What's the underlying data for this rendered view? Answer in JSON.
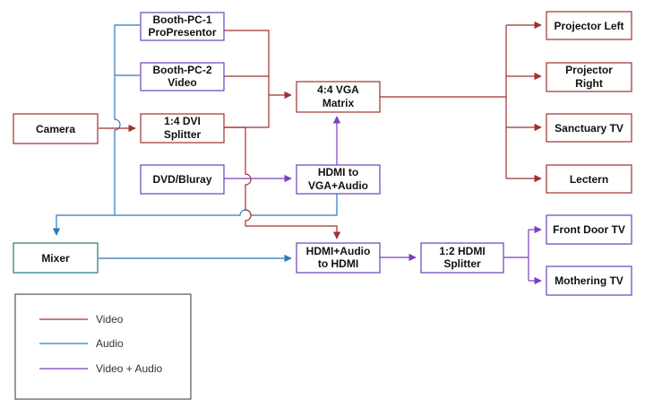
{
  "colors": {
    "video": "#a03030",
    "audio": "#2f79b7",
    "video_audio": "#7a3fbf",
    "node_border_red": "#a03030",
    "node_border_purple": "#6a3fbf",
    "node_border_teal": "#207878"
  },
  "nodes": {
    "booth_pc_1": [
      "Booth-PC-1",
      "ProPresentor"
    ],
    "booth_pc_2": [
      "Booth-PC-2",
      "Video"
    ],
    "camera": [
      "Camera"
    ],
    "dvi_splitter": [
      "1:4 DVI",
      "Splitter"
    ],
    "dvd": [
      "DVD/Bluray"
    ],
    "vga_matrix": [
      "4:4 VGA",
      "Matrix"
    ],
    "hdmi_to_vga": [
      "HDMI to",
      "VGA+Audio"
    ],
    "mixer": [
      "Mixer"
    ],
    "hdmi_audio_to_hdmi": [
      "HDMI+Audio",
      "to HDMI"
    ],
    "hdmi_splitter": [
      "1:2 HDMI",
      "Splitter"
    ],
    "projector_left": [
      "Projector Left"
    ],
    "projector_right": [
      "Projector",
      "Right"
    ],
    "sanctuary_tv": [
      "Sanctuary TV"
    ],
    "lectern": [
      "Lectern"
    ],
    "front_door_tv": [
      "Front Door TV"
    ],
    "mothering_tv": [
      "Mothering TV"
    ]
  },
  "legend": [
    {
      "label": "Video",
      "color": "#a03030"
    },
    {
      "label": "Audio",
      "color": "#2f79b7"
    },
    {
      "label": "Video + Audio",
      "color": "#7a3fbf"
    }
  ]
}
